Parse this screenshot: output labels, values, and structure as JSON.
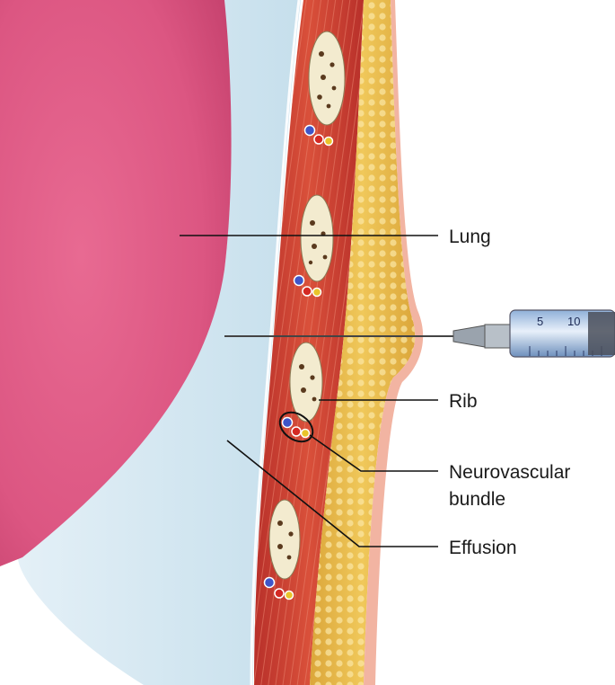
{
  "labels": {
    "lung": "Lung",
    "rib": "Rib",
    "bundle_line1": "Neurovascular",
    "bundle_line2": "bundle",
    "effusion": "Effusion"
  },
  "syringe": {
    "scale_5": "5",
    "scale_10": "10"
  },
  "colors": {
    "lung": "#e05a84",
    "effusion": "#cfe4ef",
    "muscle": "#c93b2c",
    "fat": "#e7b440",
    "skin": "#f2b4a2",
    "bone": "#f3ebcf",
    "vein": "#3f55c8",
    "artery": "#d42a24",
    "nerve": "#e9c42a"
  }
}
